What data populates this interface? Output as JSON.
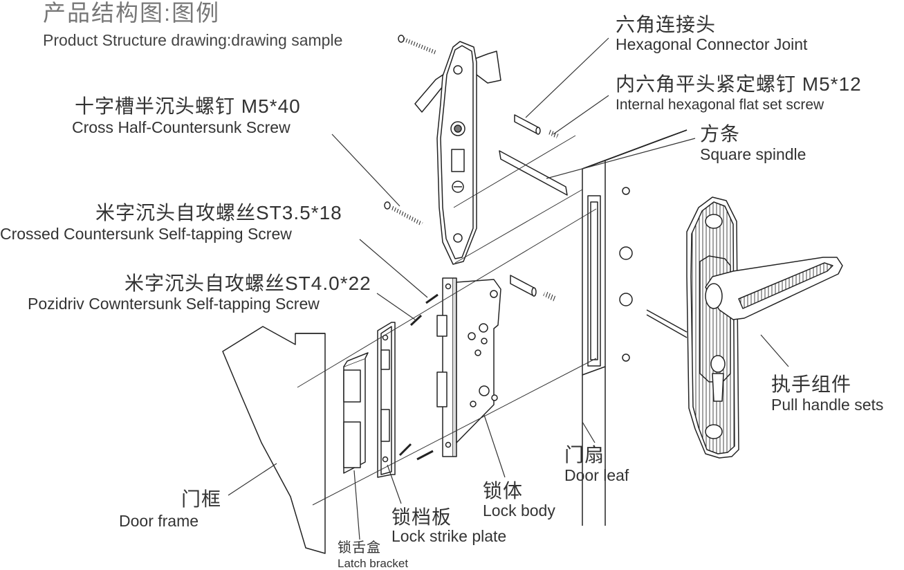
{
  "title": {
    "cn": "产品结构图:图例",
    "en": "Product Structure drawing:drawing sample"
  },
  "labels": {
    "hex_connector": {
      "cn": "六角连接头",
      "en": "Hexagonal  Connector Joint"
    },
    "set_screw": {
      "cn": "内六角平头紧定螺钉 M5*12",
      "en": "Internal hexagonal flat set screw"
    },
    "square_spindle": {
      "cn": "方条",
      "en": "Square spindle"
    },
    "cross_screw": {
      "cn": "十字槽半沉头螺钉 M5*40",
      "en": "Cross Half-Countersunk Screw"
    },
    "st35_screw": {
      "cn": "米字沉头自攻螺丝ST3.5*18",
      "en": "Crossed Countersunk Self-tapping Screw"
    },
    "st40_screw": {
      "cn": "米字沉头自攻螺丝ST4.0*22",
      "en": "Pozidriv Cowntersunk Self-tapping Screw"
    },
    "pull_handle": {
      "cn": "执手组件",
      "en": "Pull handle sets"
    },
    "door_leaf": {
      "cn": "门扇",
      "en": "Door  leaf"
    },
    "lock_body": {
      "cn": "锁体",
      "en": "Lock  body"
    },
    "strike_plate": {
      "cn": "锁档板",
      "en": "Lock  strike plate"
    },
    "door_frame": {
      "cn": "门框",
      "en": "Door  frame"
    },
    "latch_bracket": {
      "cn": "锁舌盒",
      "en": "Latch bracket"
    }
  },
  "colors": {
    "line": "#222222",
    "fill": "#ffffff",
    "shade": "#d9d9d9",
    "dark": "#555555"
  }
}
